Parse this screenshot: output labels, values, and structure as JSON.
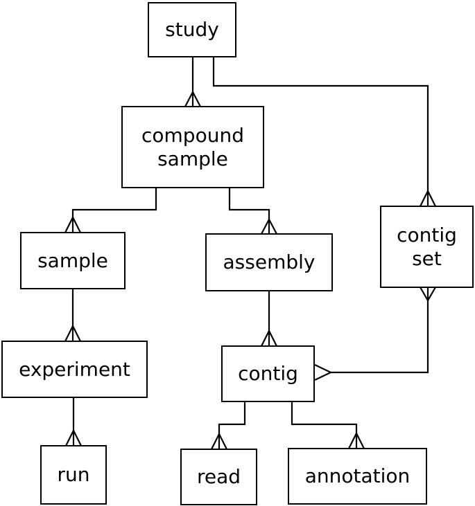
{
  "diagram": {
    "type": "entity-relationship-schema",
    "background_color": "#ffffff",
    "stroke_color": "#000000",
    "text_color": "#000000",
    "entities": [
      {
        "id": "study",
        "label": "study",
        "lines": [
          "study"
        ]
      },
      {
        "id": "compound-sample",
        "label": "compound sample",
        "lines": [
          "compound",
          "sample"
        ]
      },
      {
        "id": "sample",
        "label": "sample",
        "lines": [
          "sample"
        ]
      },
      {
        "id": "assembly",
        "label": "assembly",
        "lines": [
          "assembly"
        ]
      },
      {
        "id": "contig-set",
        "label": "contig set",
        "lines": [
          "contig",
          "set"
        ]
      },
      {
        "id": "experiment",
        "label": "experiment",
        "lines": [
          "experiment"
        ]
      },
      {
        "id": "contig",
        "label": "contig",
        "lines": [
          "contig"
        ]
      },
      {
        "id": "run",
        "label": "run",
        "lines": [
          "run"
        ]
      },
      {
        "id": "read",
        "label": "read",
        "lines": [
          "read"
        ]
      },
      {
        "id": "annotation",
        "label": "annotation",
        "lines": [
          "annotation"
        ]
      }
    ],
    "relationships": [
      {
        "from": "study",
        "to": "compound sample",
        "crow_foot_at": [
          "compound sample"
        ]
      },
      {
        "from": "study",
        "to": "contig set",
        "crow_foot_at": [
          "contig set"
        ]
      },
      {
        "from": "compound sample",
        "to": "sample",
        "crow_foot_at": [
          "sample"
        ]
      },
      {
        "from": "compound sample",
        "to": "assembly",
        "crow_foot_at": [
          "assembly"
        ]
      },
      {
        "from": "sample",
        "to": "experiment",
        "crow_foot_at": [
          "experiment"
        ]
      },
      {
        "from": "experiment",
        "to": "run",
        "crow_foot_at": [
          "run"
        ]
      },
      {
        "from": "assembly",
        "to": "contig",
        "crow_foot_at": [
          "contig"
        ]
      },
      {
        "from": "contig",
        "to": "read",
        "crow_foot_at": [
          "read"
        ]
      },
      {
        "from": "contig",
        "to": "annotation",
        "crow_foot_at": [
          "annotation"
        ]
      },
      {
        "from": "contig set",
        "to": "contig",
        "crow_foot_at": [
          "contig set",
          "contig"
        ]
      }
    ]
  }
}
